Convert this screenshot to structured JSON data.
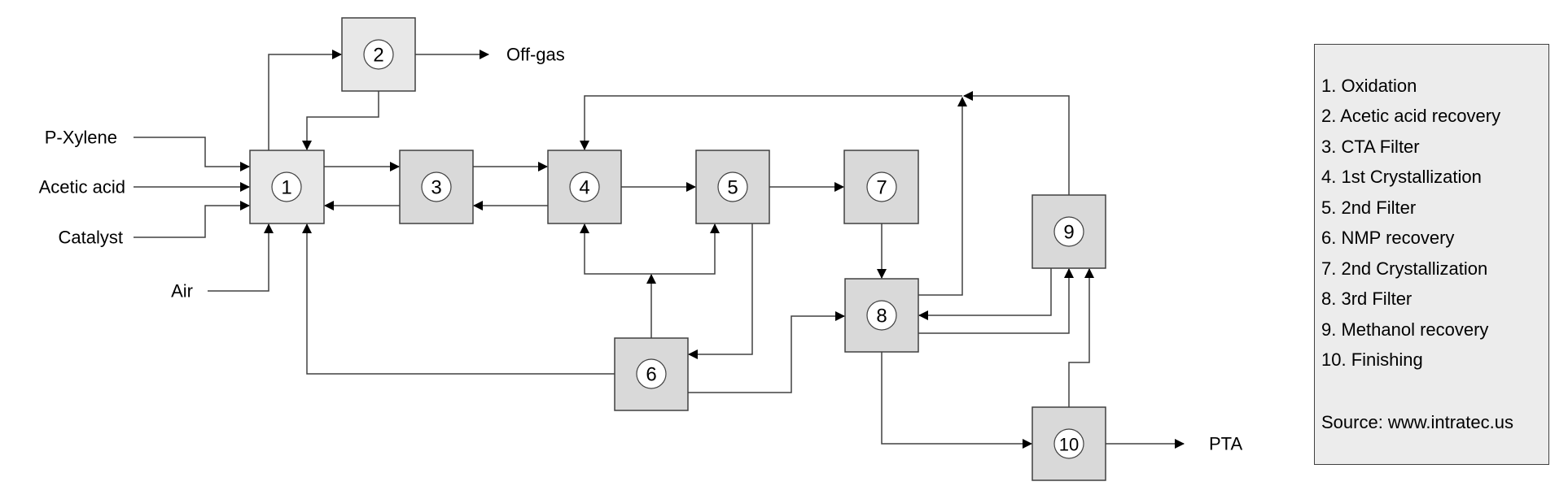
{
  "diagram": {
    "title": "PTA production process block flow diagram",
    "units": [
      {
        "id": "1",
        "label": "1"
      },
      {
        "id": "2",
        "label": "2"
      },
      {
        "id": "3",
        "label": "3"
      },
      {
        "id": "4",
        "label": "4"
      },
      {
        "id": "5",
        "label": "5"
      },
      {
        "id": "6",
        "label": "6"
      },
      {
        "id": "7",
        "label": "7"
      },
      {
        "id": "8",
        "label": "8"
      },
      {
        "id": "9",
        "label": "9"
      },
      {
        "id": "10",
        "label": "10"
      }
    ],
    "streams": {
      "p_xylene": "P-Xylene",
      "acetic_acid": "Acetic acid",
      "catalyst": "Catalyst",
      "air": "Air",
      "off_gas": "Off-gas",
      "pta": "PTA"
    },
    "connections": [
      {
        "from": "P-Xylene",
        "to": "1"
      },
      {
        "from": "Acetic acid",
        "to": "1"
      },
      {
        "from": "Catalyst",
        "to": "1"
      },
      {
        "from": "Air",
        "to": "1"
      },
      {
        "from": "1",
        "to": "2"
      },
      {
        "from": "2",
        "to": "Off-gas"
      },
      {
        "from": "2",
        "to": "1"
      },
      {
        "from": "1",
        "to": "3"
      },
      {
        "from": "3",
        "to": "1"
      },
      {
        "from": "3",
        "to": "4"
      },
      {
        "from": "4",
        "to": "3"
      },
      {
        "from": "4",
        "to": "5"
      },
      {
        "from": "5",
        "to": "7"
      },
      {
        "from": "5",
        "to": "6"
      },
      {
        "from": "6",
        "to": "4"
      },
      {
        "from": "6",
        "to": "5"
      },
      {
        "from": "6",
        "to": "1"
      },
      {
        "from": "6",
        "to": "8"
      },
      {
        "from": "7",
        "to": "8"
      },
      {
        "from": "8",
        "to": "4"
      },
      {
        "from": "8",
        "to": "9"
      },
      {
        "from": "9",
        "to": "8"
      },
      {
        "from": "9",
        "to": "4"
      },
      {
        "from": "8",
        "to": "10"
      },
      {
        "from": "10",
        "to": "9"
      },
      {
        "from": "10",
        "to": "PTA"
      }
    ]
  },
  "legend": {
    "items": [
      "1. Oxidation",
      "2. Acetic acid recovery",
      "3. CTA Filter",
      "4. 1st Crystallization",
      "5. 2nd Filter",
      "6. NMP recovery",
      "7. 2nd Crystallization",
      "8. 3rd Filter",
      "9. Methanol recovery",
      "10. Finishing"
    ],
    "source": "Source: www.intratec.us"
  },
  "colors": {
    "box_light": "#e8e8e8",
    "box_dark": "#d9d9d9",
    "line": "#404040",
    "legend_bg": "#ececec"
  }
}
